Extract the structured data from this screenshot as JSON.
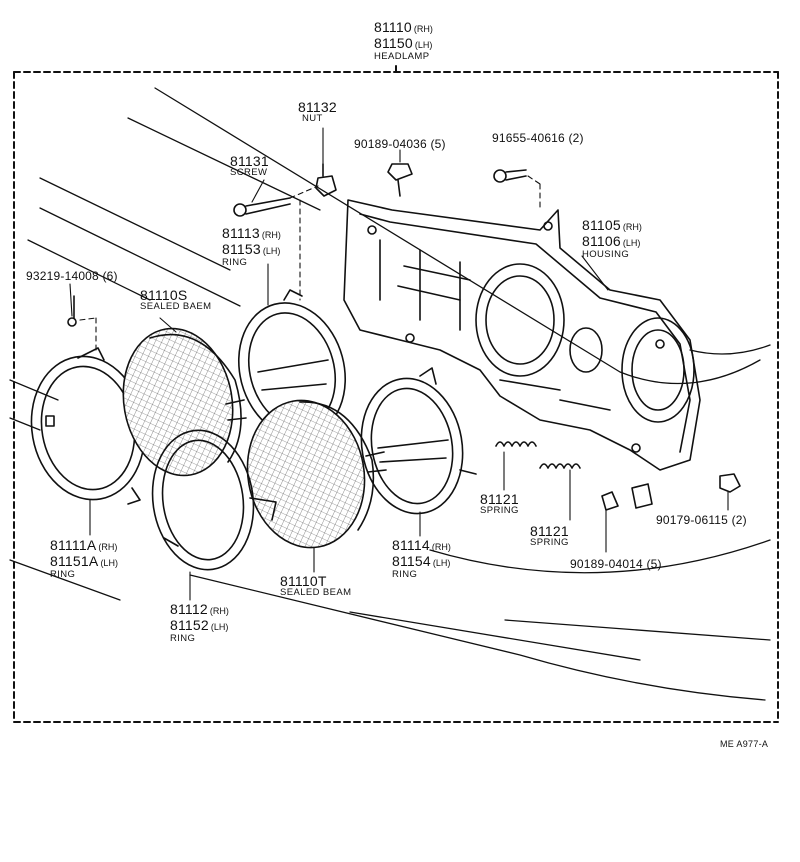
{
  "headlamp": {
    "pn_rh": "81110",
    "side_rh": "(RH)",
    "pn_lh": "81150",
    "side_lh": "(LH)",
    "name": "HEADLAMP"
  },
  "nut": {
    "pn": "81132",
    "name": "NUT"
  },
  "bolt_a": {
    "pn": "90189-04036 (5)"
  },
  "bolt_b": {
    "pn": "91655-40616 (2)"
  },
  "screw": {
    "pn": "81131",
    "name": "SCREW"
  },
  "ring_outer": {
    "pn_rh": "81113",
    "side_rh": "(RH)",
    "pn_lh": "81153",
    "side_lh": "(LH)",
    "name": "RING"
  },
  "housing": {
    "pn_rh": "81105",
    "side_rh": "(RH)",
    "pn_lh": "81106",
    "side_lh": "(LH)",
    "name": "HOUSING"
  },
  "small_screw": {
    "pn": "93219-14008 (6)"
  },
  "sealed_s": {
    "pn": "81110S",
    "name": "SEALED BAEM"
  },
  "ring_a": {
    "pn_rh": "81111A",
    "side_rh": "(RH)",
    "pn_lh": "81151A",
    "side_lh": "(LH)",
    "name": "RING"
  },
  "spring_1": {
    "pn": "81121",
    "name": "SPRING"
  },
  "spring_2": {
    "pn": "81121",
    "name": "SPRING"
  },
  "ring_inner": {
    "pn_rh": "81114",
    "side_rh": "(RH)",
    "pn_lh": "81154",
    "side_lh": "(LH)",
    "name": "RING"
  },
  "nut_b": {
    "pn": "90179-06115 (2)"
  },
  "clip": {
    "pn": "90189-04014 (5)"
  },
  "sealed_t": {
    "pn": "81110T",
    "name": "SEALED BEAM"
  },
  "ring_b": {
    "pn_rh": "81112",
    "side_rh": "(RH)",
    "pn_lh": "81152",
    "side_lh": "(LH)",
    "name": "RING"
  },
  "ref_code": "ME  A977-A"
}
